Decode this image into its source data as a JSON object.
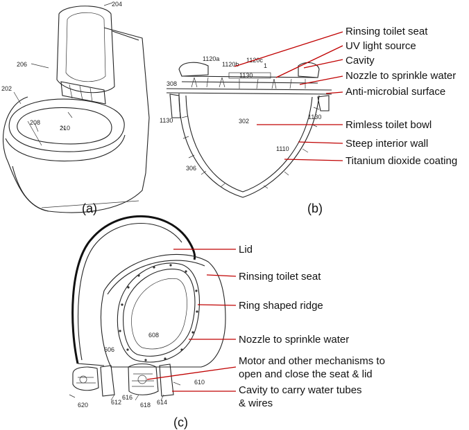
{
  "panel_a": {
    "refs": [
      "204",
      "206",
      "202",
      "208",
      "210"
    ],
    "caption": "(a)"
  },
  "panel_b": {
    "labels": [
      "Rinsing toilet seat",
      "UV light source",
      "Cavity",
      "Nozzle to sprinkle water",
      "Anti-microbial surface",
      "Rimless toilet bowl",
      "Steep interior wall",
      "Titanium dioxide coating"
    ],
    "refs": [
      "1120a",
      "1120b",
      "1120c",
      "1",
      "1130",
      "308",
      "1130",
      "1130",
      "302",
      "1110",
      "306"
    ],
    "caption": "(b)"
  },
  "panel_c": {
    "labels": [
      "Lid",
      "Rinsing toilet seat",
      "Ring shaped ridge",
      "Nozzle to sprinkle water",
      "Motor and other mechanisms to",
      "open and close the seat & lid",
      "Cavity to carry water tubes",
      "& wires"
    ],
    "refs": [
      "606",
      "608",
      "610",
      "620",
      "612",
      "616",
      "618",
      "614"
    ],
    "caption": "(c)"
  },
  "colors": {
    "leader": "#c00000",
    "line": "#222222",
    "background": "#ffffff"
  }
}
